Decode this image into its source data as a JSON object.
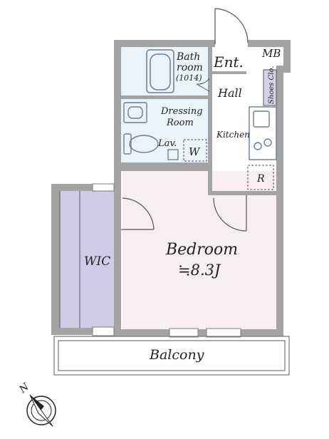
{
  "rooms": {
    "bathroom": {
      "line1": "Bath",
      "line2": "room",
      "line3": "(1014)"
    },
    "entrance": "Ent.",
    "meter_box": "MB",
    "hall": "Hall",
    "shoes_closet": "Shoes Clo.",
    "dressing_room": {
      "line1": "Dressing",
      "line2": "Room"
    },
    "lavatory": "Lav.",
    "washer": "W",
    "kitchen": "Kitchen",
    "refrigerator": "R",
    "bedroom": {
      "name": "Bedroom",
      "area": "≒8.3J"
    },
    "wic": "WIC",
    "balcony": "Balcony"
  },
  "compass": {
    "north_label": "N"
  },
  "colors": {
    "wall": "#a3a3a3",
    "bedroom_floor": "#f8eef1",
    "wet_area_floor": "#eaf3fa",
    "wic_floor": "#cfcae6",
    "shoes_closet_floor": "#d6d2ea"
  }
}
